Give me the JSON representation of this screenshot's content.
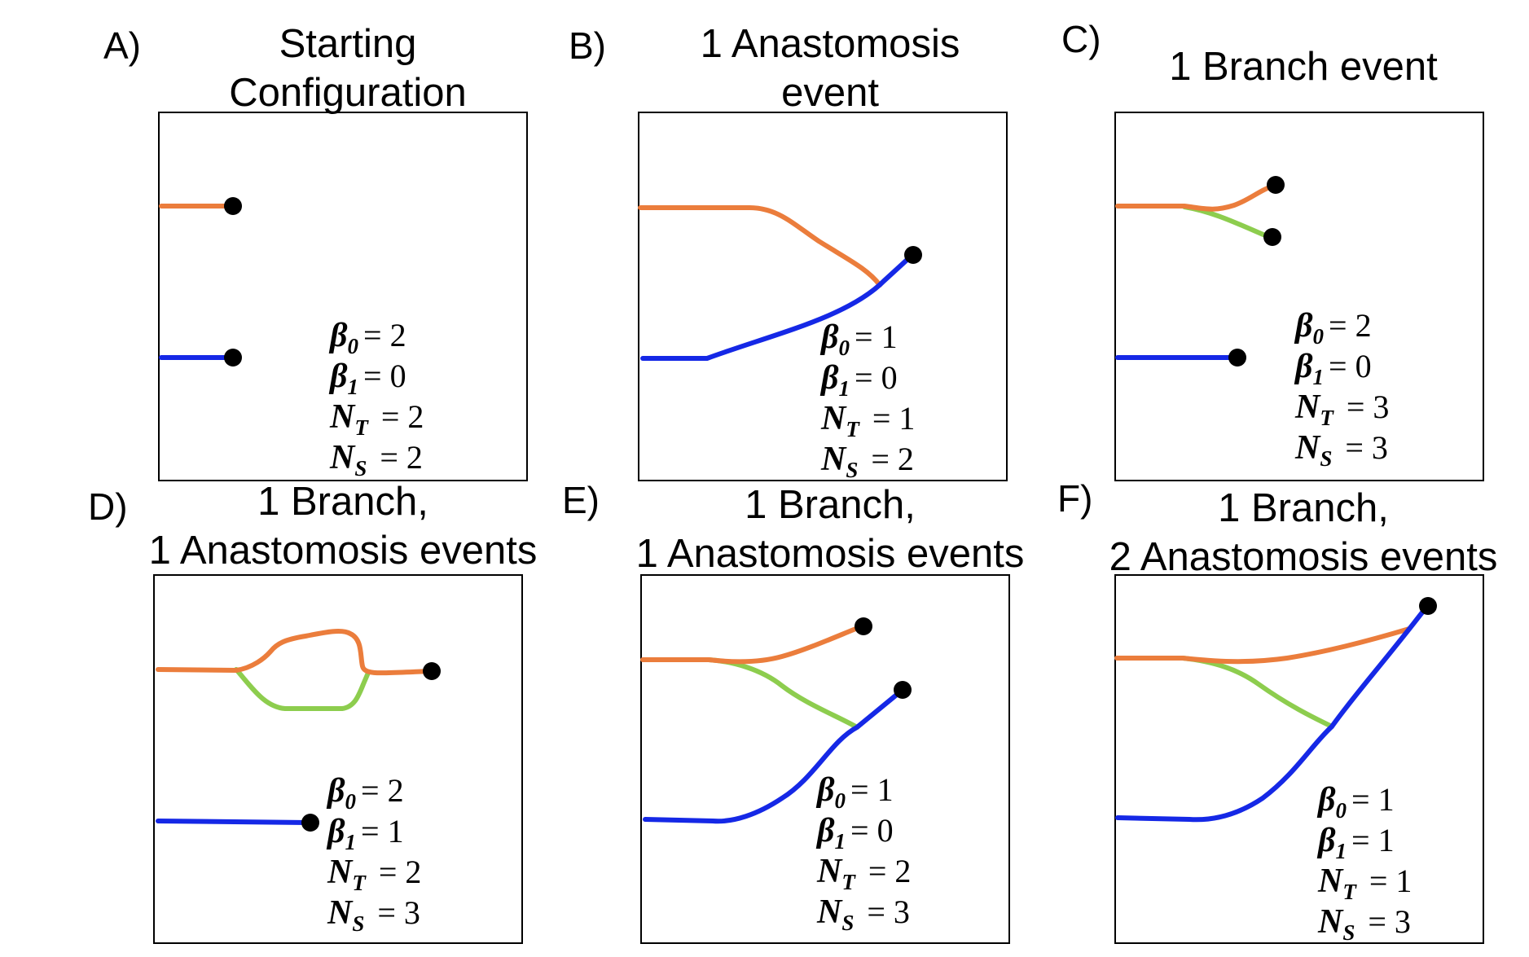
{
  "colors": {
    "orange": "#EB7D3C",
    "blue": "#1528E6",
    "green": "#8DCD4E",
    "tip": "#000000"
  },
  "panels": [
    {
      "letter": "A)",
      "title_lines": [
        "Starting",
        "Configuration"
      ],
      "invariants": [
        {
          "symbol": "β",
          "subscript": "0",
          "value": "= 2"
        },
        {
          "symbol": "β",
          "subscript": "1",
          "value": "= 0"
        },
        {
          "symbol": "N",
          "subscript": "T",
          "value": " = 2"
        },
        {
          "symbol": "N",
          "subscript": "S",
          "value": " = 2"
        }
      ]
    },
    {
      "letter": "B)",
      "title_lines": [
        "1 Anastomosis",
        "event"
      ],
      "invariants": [
        {
          "symbol": "β",
          "subscript": "0",
          "value": "= 1"
        },
        {
          "symbol": "β",
          "subscript": "1",
          "value": "= 0"
        },
        {
          "symbol": "N",
          "subscript": "T",
          "value": " = 1"
        },
        {
          "symbol": "N",
          "subscript": "S",
          "value": " = 2"
        }
      ]
    },
    {
      "letter": "C)",
      "title_lines": [
        "1 Branch event"
      ],
      "invariants": [
        {
          "symbol": "β",
          "subscript": "0",
          "value": "= 2"
        },
        {
          "symbol": "β",
          "subscript": "1",
          "value": "= 0"
        },
        {
          "symbol": "N",
          "subscript": "T",
          "value": " = 3"
        },
        {
          "symbol": "N",
          "subscript": "S",
          "value": " = 3"
        }
      ]
    },
    {
      "letter": "D)",
      "title_lines": [
        "1 Branch,",
        "1 Anastomosis events"
      ],
      "invariants": [
        {
          "symbol": "β",
          "subscript": "0",
          "value": "= 2"
        },
        {
          "symbol": "β",
          "subscript": "1",
          "value": "= 1"
        },
        {
          "symbol": "N",
          "subscript": "T",
          "value": " = 2"
        },
        {
          "symbol": "N",
          "subscript": "S",
          "value": " = 3"
        }
      ]
    },
    {
      "letter": "E)",
      "title_lines": [
        "1 Branch,",
        "1 Anastomosis events"
      ],
      "invariants": [
        {
          "symbol": "β",
          "subscript": "0",
          "value": "= 1"
        },
        {
          "symbol": "β",
          "subscript": "1",
          "value": "= 0"
        },
        {
          "symbol": "N",
          "subscript": "T",
          "value": " = 2"
        },
        {
          "symbol": "N",
          "subscript": "S",
          "value": " = 3"
        }
      ]
    },
    {
      "letter": "F)",
      "title_lines": [
        "1 Branch,",
        "2 Anastomosis events"
      ],
      "invariants": [
        {
          "symbol": "β",
          "subscript": "0",
          "value": "= 1"
        },
        {
          "symbol": "β",
          "subscript": "1",
          "value": "= 1"
        },
        {
          "symbol": "N",
          "subscript": "T",
          "value": " = 1"
        },
        {
          "symbol": "N",
          "subscript": "S",
          "value": " = 3"
        }
      ]
    }
  ]
}
